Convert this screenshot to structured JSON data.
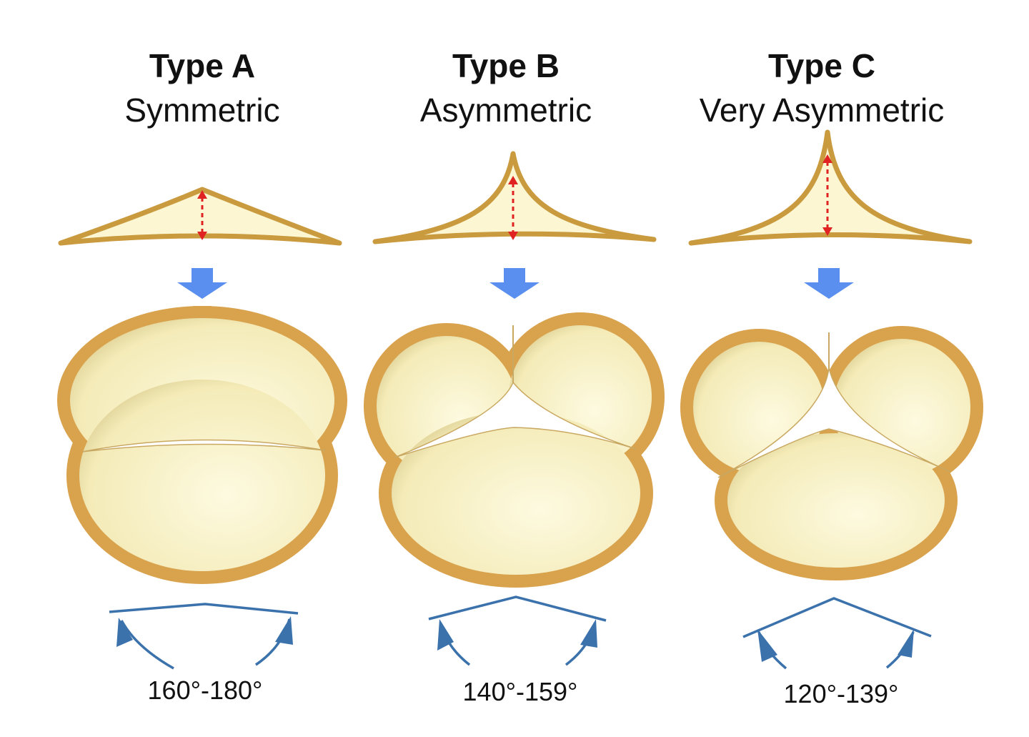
{
  "types": [
    {
      "title": "Type A",
      "subtitle": "Symmetric",
      "angle_range": "160°-180°"
    },
    {
      "title": "Type B",
      "subtitle": "Asymmetric",
      "angle_range": "140°-159°"
    },
    {
      "title": "Type C",
      "subtitle": "Very Asymmetric",
      "angle_range": "120°-139°"
    }
  ],
  "colors": {
    "rim": "#D9A24C",
    "leaflet": "#FBF6CC",
    "arrow": "#5B8FEF",
    "angle": "#3B72AC",
    "height_marker": "#E02222"
  }
}
